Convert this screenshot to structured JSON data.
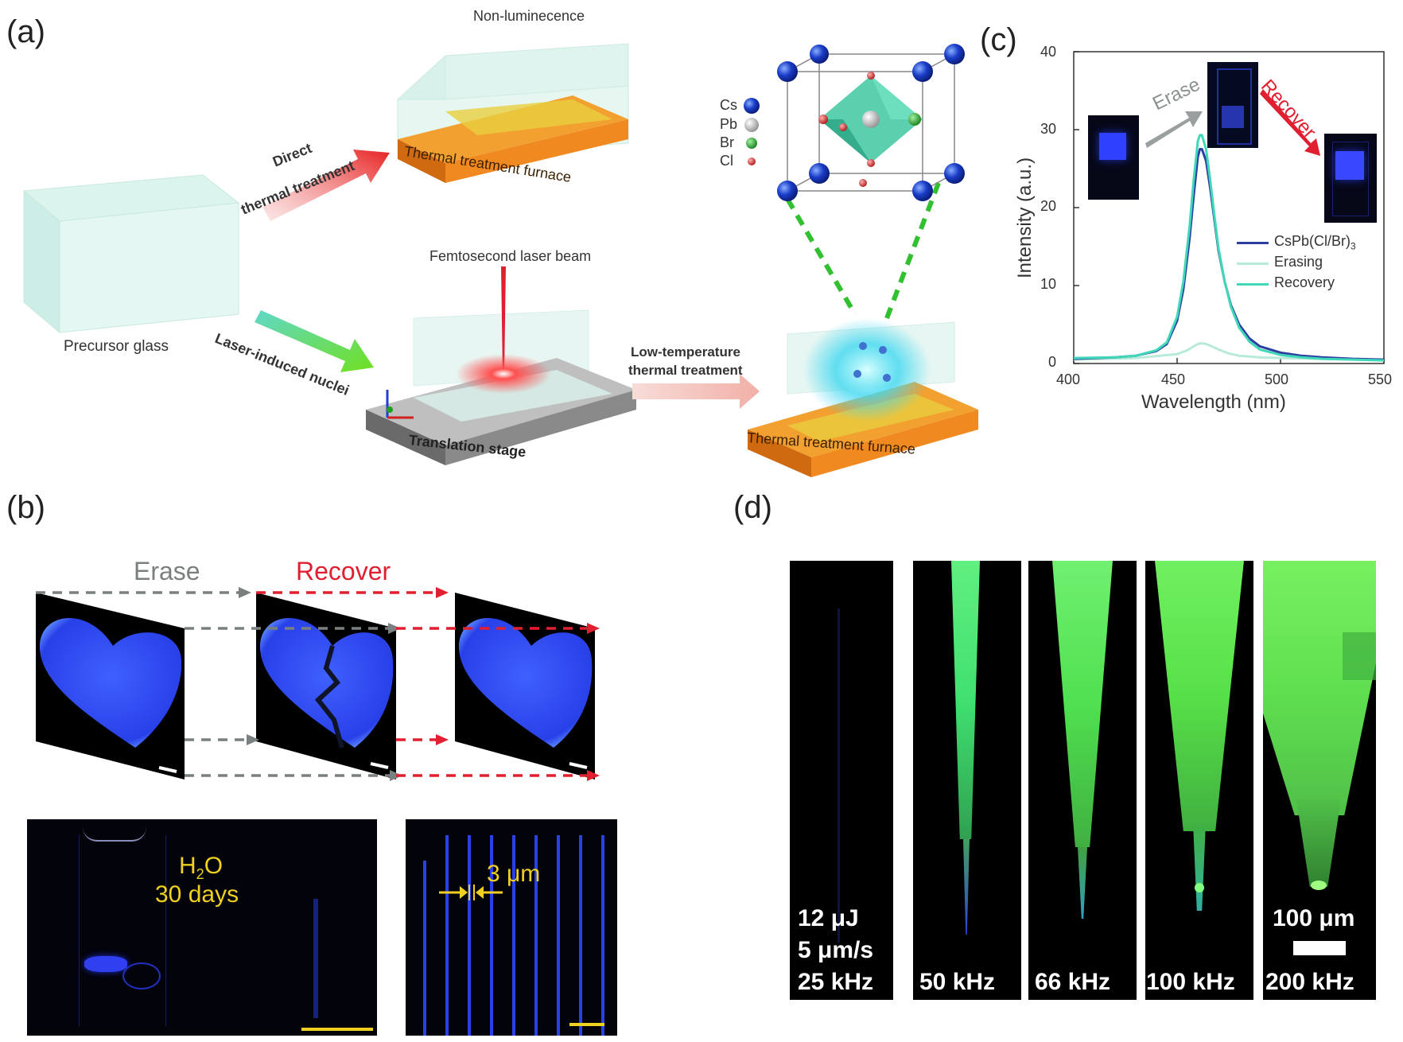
{
  "panels": {
    "a": "(a)",
    "b": "(b)",
    "c": "(c)",
    "d": "(d)"
  },
  "panel_a": {
    "precursor": "Precursor glass",
    "direct_1": "Direct",
    "direct_2": "thermal treatment",
    "non_lum": "Non-luminecence",
    "furnace_top": "Thermal treatment furnace",
    "fs_laser": "Femtosecond laser beam",
    "laser_nuclei": "Laser-induced nuclei",
    "stage": "Translation stage",
    "lowtemp_1": "Low-temperature",
    "lowtemp_2": "thermal treatment",
    "furnace_bottom": "Thermal treatment furnace",
    "legend": [
      {
        "label": "Cs",
        "color": "#1a3cc8"
      },
      {
        "label": "Pb",
        "color": "#b0b0b0"
      },
      {
        "label": "Br",
        "color": "#2aa02a"
      },
      {
        "label": "Cl",
        "color": "#d83030"
      }
    ]
  },
  "panel_b": {
    "erase": "Erase",
    "recover": "Recover",
    "h2o_1": "H",
    "h2o_sub": "2",
    "h2o_2": "O",
    "days": "30 days",
    "width": "3 μm"
  },
  "panel_c": {
    "inset_erase": "Erase",
    "inset_recover": "Recover"
  },
  "chart_data": {
    "type": "line",
    "xlabel": "Wavelength (nm)",
    "ylabel": "Intensity (a.u.)",
    "xlim": [
      400,
      550
    ],
    "ylim": [
      0,
      40
    ],
    "xticks": [
      400,
      450,
      500,
      550
    ],
    "yticks": [
      0,
      10,
      20,
      30,
      40
    ],
    "legend_position": "right",
    "series": [
      {
        "name": "CsPb(Cl/Br)3",
        "label_main": "CsPb(Cl/Br)",
        "label_sub": "3",
        "color": "#2c3fa0",
        "x": [
          400,
          420,
          430,
          440,
          445,
          450,
          453,
          456,
          458,
          460,
          461,
          462,
          464,
          466,
          468,
          470,
          473,
          476,
          480,
          485,
          490,
          500,
          510,
          520,
          535,
          550
        ],
        "y": [
          0.6,
          0.8,
          1.0,
          1.6,
          2.5,
          5.5,
          9.5,
          16,
          21.5,
          26.5,
          27.5,
          27.5,
          26,
          22.5,
          18.5,
          14.5,
          10.5,
          7.5,
          5.0,
          3.2,
          2.2,
          1.4,
          1.0,
          0.8,
          0.6,
          0.5
        ]
      },
      {
        "name": "Erasing",
        "color": "#b8ead8",
        "x": [
          400,
          430,
          450,
          455,
          458,
          460,
          462,
          464,
          466,
          470,
          475,
          480,
          490,
          500,
          520,
          550
        ],
        "y": [
          0.5,
          0.7,
          1.2,
          1.7,
          2.2,
          2.5,
          2.6,
          2.5,
          2.3,
          1.8,
          1.3,
          1.0,
          0.8,
          0.7,
          0.6,
          0.5
        ]
      },
      {
        "name": "Recovery",
        "color": "#40d8b8",
        "x": [
          400,
          420,
          430,
          440,
          445,
          450,
          453,
          456,
          458,
          460,
          461,
          462,
          464,
          466,
          468,
          470,
          473,
          476,
          480,
          485,
          490,
          500,
          510,
          520,
          535,
          550
        ],
        "y": [
          0.7,
          0.8,
          1.0,
          1.7,
          2.7,
          6.0,
          10.5,
          17.5,
          23.5,
          28.5,
          29.3,
          29.3,
          27.5,
          23.5,
          19.0,
          14.8,
          10.5,
          7.3,
          4.6,
          2.8,
          1.8,
          1.1,
          0.8,
          0.6,
          0.5,
          0.4
        ]
      }
    ]
  },
  "panel_d": {
    "energy": "12 μJ",
    "speed": "5 μm/s",
    "freqs": [
      "25 kHz",
      "50 kHz",
      "66 kHz",
      "100 kHz",
      "200 kHz"
    ],
    "scale": "100 μm"
  }
}
